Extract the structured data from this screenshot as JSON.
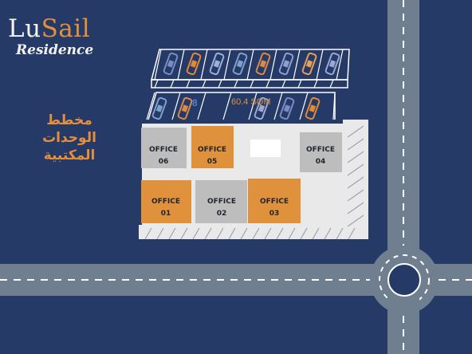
{
  "brand": {
    "name_part1": "Lu",
    "name_part2": "Sail",
    "subtitle": "Residence",
    "accent_color": "#e58e3b",
    "text_color": "#f3f3f3"
  },
  "plan_title": {
    "line1": "مخطط الوحدات",
    "line2": "المكتبية"
  },
  "parking_label": "60.4 SQM",
  "parking_marker": "8",
  "units": [
    {
      "id": "office-06",
      "label": "OFFICE",
      "number": "06",
      "state": "unavailable"
    },
    {
      "id": "office-05",
      "label": "OFFICE",
      "number": "05",
      "state": "available"
    },
    {
      "id": "office-04",
      "label": "OFFICE",
      "number": "04",
      "state": "unavailable"
    },
    {
      "id": "office-01",
      "label": "OFFICE",
      "number": "01",
      "state": "available"
    },
    {
      "id": "office-02",
      "label": "OFFICE",
      "number": "02",
      "state": "unavailable"
    },
    {
      "id": "office-03",
      "label": "OFFICE",
      "number": "03",
      "state": "available"
    }
  ],
  "colors": {
    "background": "#253a66",
    "road": "#6f7f8f",
    "road_line": "#ffffff",
    "available": "#e0913c",
    "unavailable": "#bdbdbd",
    "building_light": "#e9e9ea",
    "car_colors": [
      "#7a8cc8",
      "#e28a3a",
      "#9fb0d8",
      "#7fa0cc",
      "#d98a4a",
      "#8f9fd3",
      "#e5a05b",
      "#9aa8d6"
    ]
  }
}
